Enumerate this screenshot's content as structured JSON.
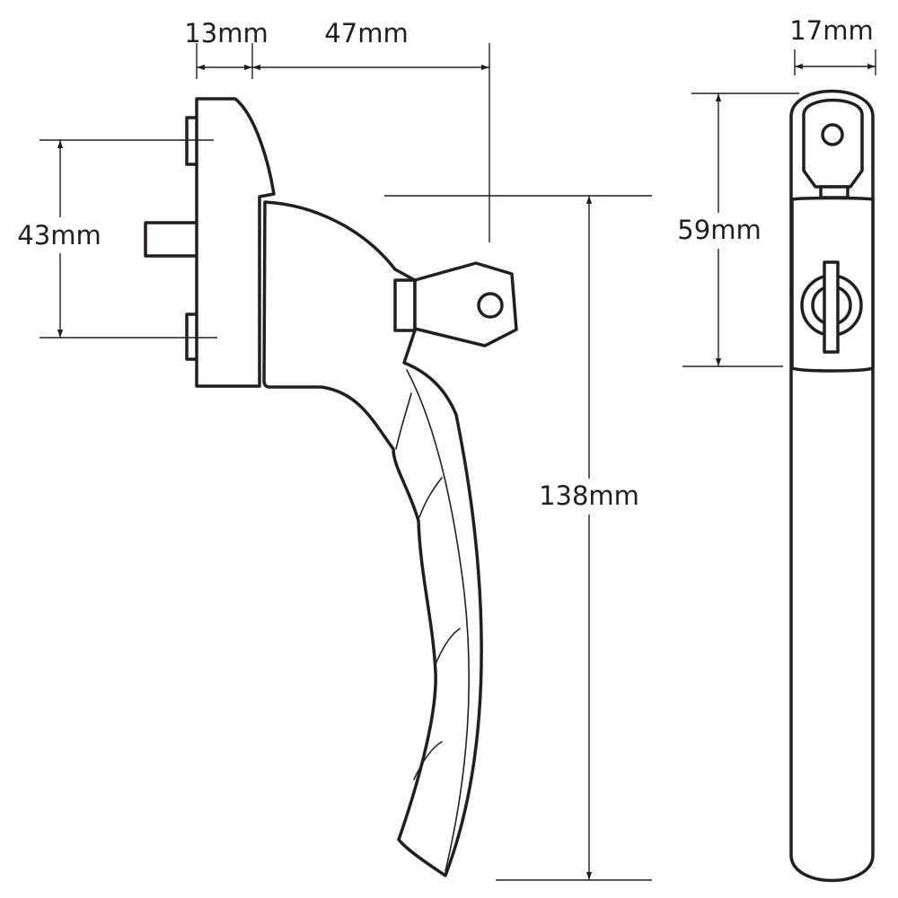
{
  "colors": {
    "ink": "#231f20",
    "background": "#ffffff"
  },
  "dimensions": {
    "spindle_depth": "13mm",
    "key_projection": "47mm",
    "fixing_centres": "43mm",
    "handle_length": "138mm",
    "head_length": "59mm",
    "width": "17mm"
  }
}
